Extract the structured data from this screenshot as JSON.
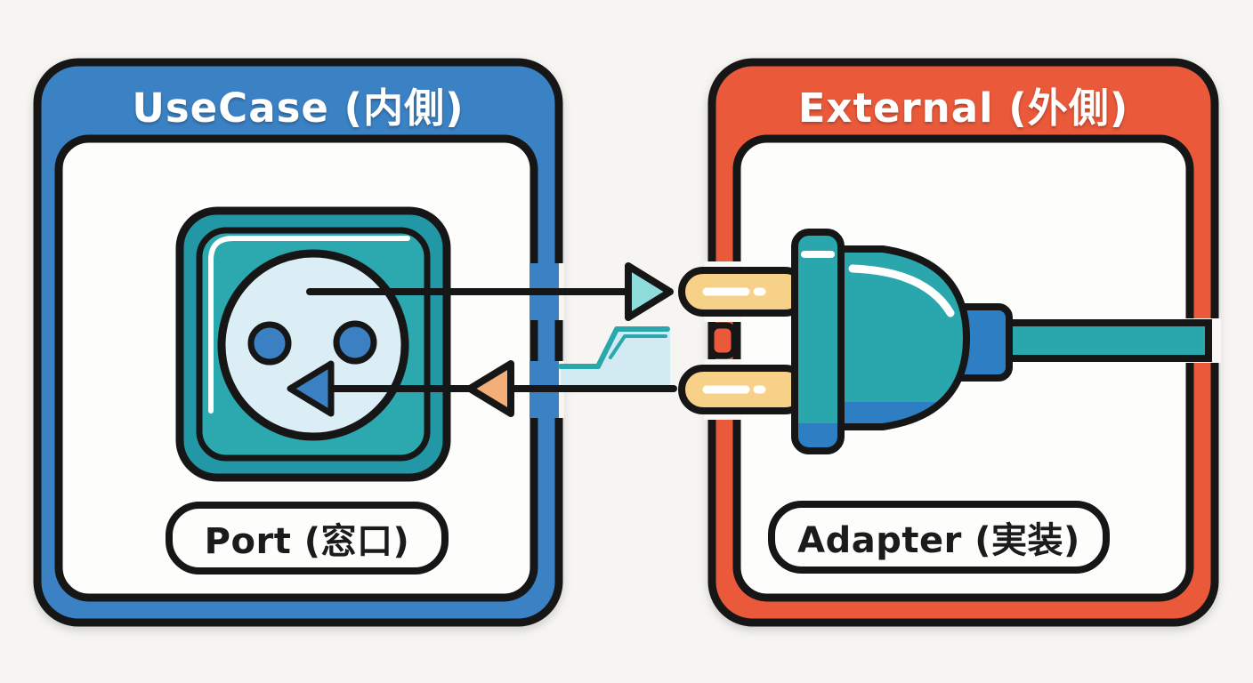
{
  "diagram": {
    "left_box": {
      "title": "UseCase (内側)",
      "label": "Port (窓口)"
    },
    "right_box": {
      "title": "External (外側)",
      "label": "Adapter (実装)"
    }
  },
  "icons": {
    "socket": "power-outlet-icon",
    "plug": "power-plug-icon",
    "arrow_out": "request-arrow-right-icon",
    "arrow_in": "response-arrow-left-icon",
    "signal": "signal-step-icon"
  },
  "colors": {
    "background": "#f6f5f2",
    "panel_white": "#fdfdfb",
    "outline_black": "#161616",
    "frame_blue": "#3b82c4",
    "frame_orange": "#ea5a3a",
    "socket_ring_teal": "#2297a6",
    "socket_face_teal": "#2bа9af",
    "socket_teal": "#2ba9af",
    "outlet_face": "#dceef5",
    "hole_blue": "#3a80c2",
    "plug_teal": "#2aa6ad",
    "plug_blue": "#2e7ec4",
    "prong_yellow": "#f8d189",
    "arrowhead_teal": "#8edcdc",
    "arrowhead_orange": "#f4ae79",
    "signal_line": "#2aa6ad",
    "signal_fill": "#d2eaf2"
  }
}
